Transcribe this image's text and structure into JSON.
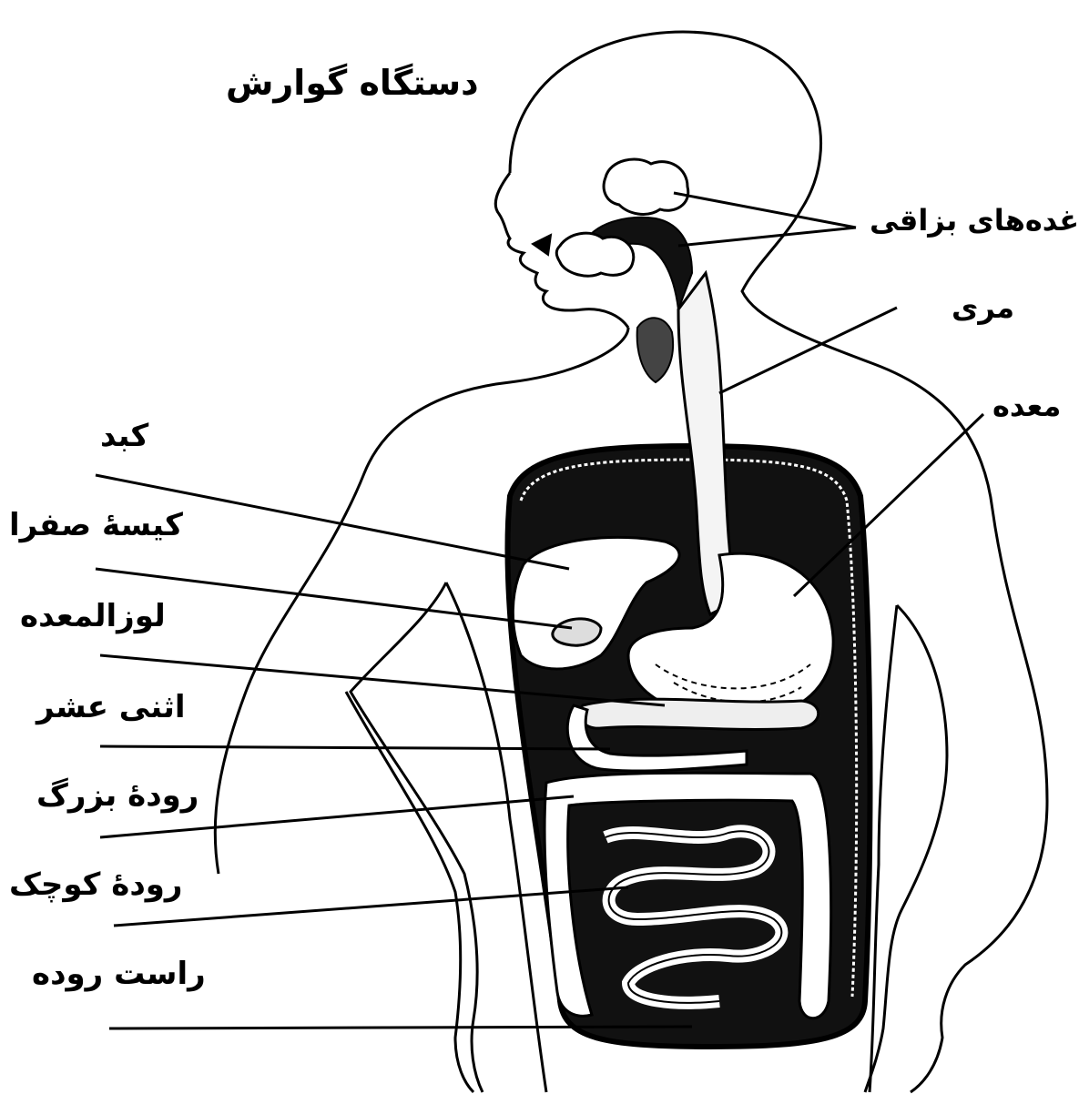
{
  "diagram": {
    "title": "دستگاه گوارش",
    "labels": {
      "salivary_glands": "غده‌های بزاقی",
      "esophagus": "مری",
      "stomach": "معده",
      "liver": "کبد",
      "gallbladder": "کیسهٔ صفرا",
      "pancreas": "لوزالمعده",
      "duodenum": "اثنی عشر",
      "large_intestine": "رودهٔ بزرگ",
      "small_intestine": "رودهٔ کوچک",
      "rectum": "راست روده"
    }
  }
}
